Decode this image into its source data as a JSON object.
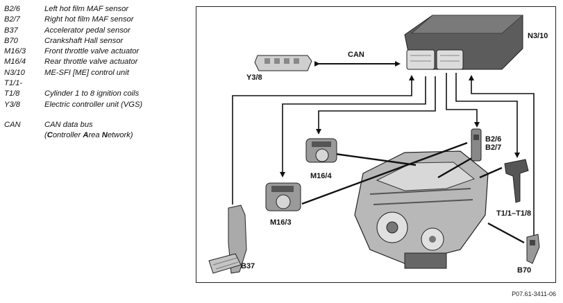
{
  "legend": {
    "items": [
      {
        "code": "B2/6",
        "desc": "Left hot film MAF sensor"
      },
      {
        "code": "B2/7",
        "desc": "Right hot film MAF sensor"
      },
      {
        "code": "B37",
        "desc": "Accelerator pedal sensor"
      },
      {
        "code": "B70",
        "desc": "Crankshaft Hall sensor"
      },
      {
        "code": "M16/3",
        "desc": "Front throttle valve actuator"
      },
      {
        "code": "M16/4",
        "desc": "Rear throttle valve actuator"
      },
      {
        "code": "N3/10",
        "desc": "ME-SFI [ME] control unit"
      },
      {
        "code": "T1/1-",
        "desc": ""
      },
      {
        "code": "T1/8",
        "desc": "Cylinder 1 to 8 ignition coils"
      },
      {
        "code": "Y3/8",
        "desc": "Electric controller unit (VGS)"
      }
    ],
    "can": {
      "code": "CAN",
      "desc": "CAN data bus",
      "full_pre": "(",
      "full_c": "C",
      "full_1": "ontroller ",
      "full_a": "A",
      "full_2": "rea ",
      "full_n": "N",
      "full_3": "etwork)"
    }
  },
  "diagram": {
    "labels": {
      "n3_10": "N3/10",
      "y3_8": "Y3/8",
      "can": "CAN",
      "b2_6": "B2/6",
      "b2_7": "B2/7",
      "m16_4": "M16/4",
      "m16_3": "M16/3",
      "t1": "T1/1–T1/8",
      "b37": "B37",
      "b70": "B70"
    }
  },
  "figure_ref": "P07.61-3411-06"
}
